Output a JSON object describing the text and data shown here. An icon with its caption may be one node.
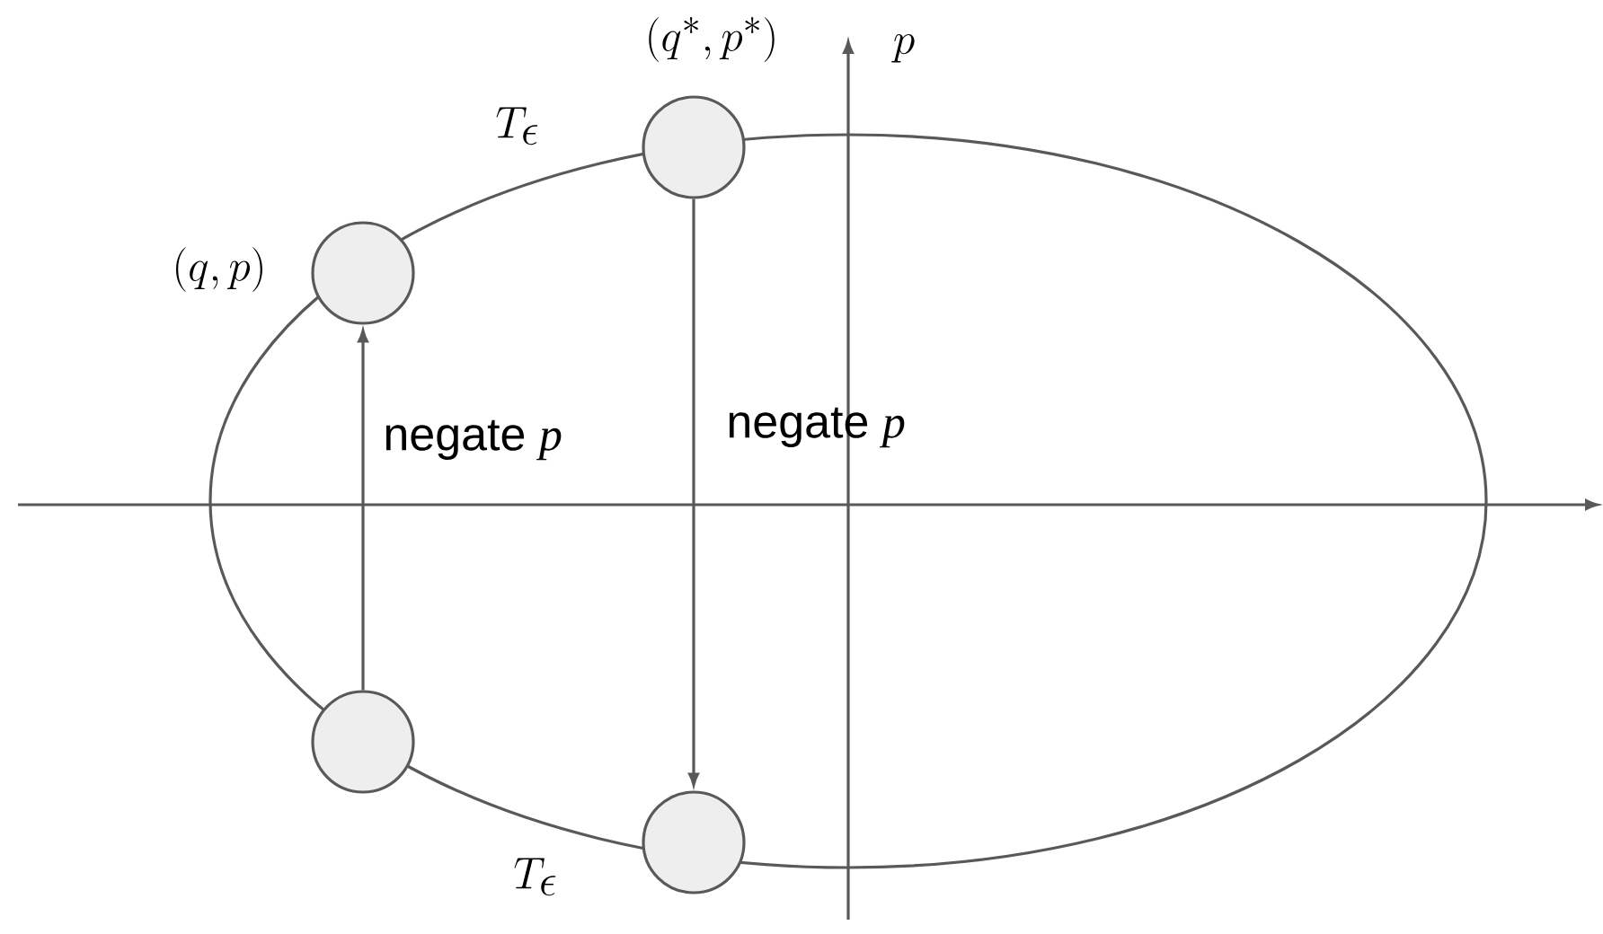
{
  "diagram": {
    "nodes": [
      {
        "text": [],
        "shape": "circle",
        "beside": [
          "(q,p)"
        ]
      },
      {
        "text": [],
        "shape": "circle",
        "beside": [
          "(q^*,p^*)"
        ]
      },
      {
        "text": [],
        "shape": "circle"
      },
      {
        "text": [],
        "shape": "circle"
      }
    ],
    "edges": [
      {
        "from": 2,
        "to": 0,
        "arrow": "to",
        "label": "negate *p*"
      },
      {
        "from": 1,
        "to": 3,
        "arrow": "to",
        "label": "negate *p*"
      }
    ],
    "labels": [
      "T_\\epsilon",
      "T_\\epsilon",
      "p"
    ]
  }
}
